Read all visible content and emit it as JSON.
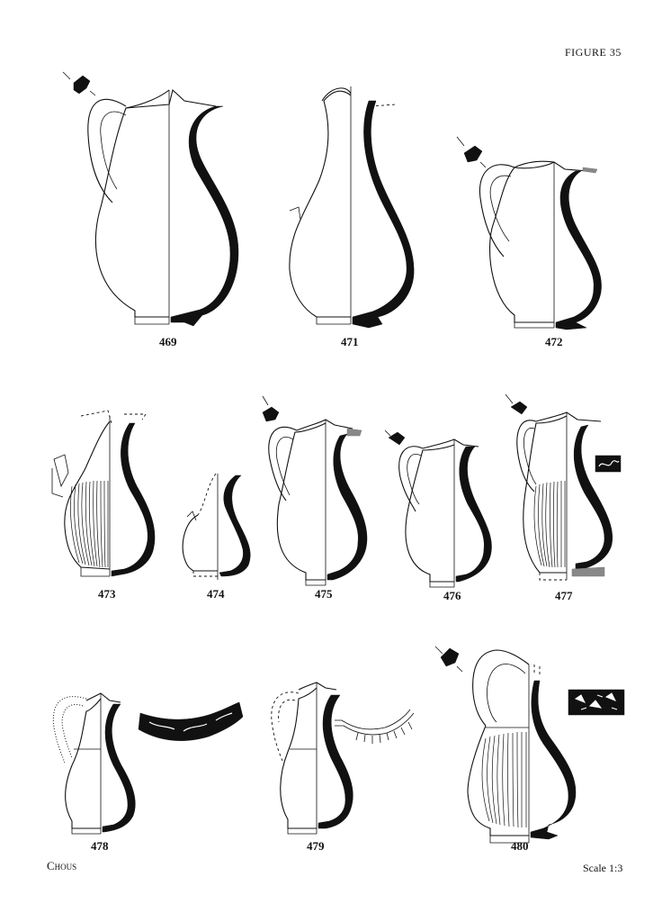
{
  "figure_title": "FIGURE 35",
  "footer": {
    "category": "Chous",
    "scale": "Scale 1:3"
  },
  "vessels": [
    {
      "id": "469"
    },
    {
      "id": "471"
    },
    {
      "id": "472"
    },
    {
      "id": "473"
    },
    {
      "id": "474"
    },
    {
      "id": "475"
    },
    {
      "id": "476"
    },
    {
      "id": "477"
    },
    {
      "id": "478"
    },
    {
      "id": "479"
    },
    {
      "id": "480"
    }
  ]
}
